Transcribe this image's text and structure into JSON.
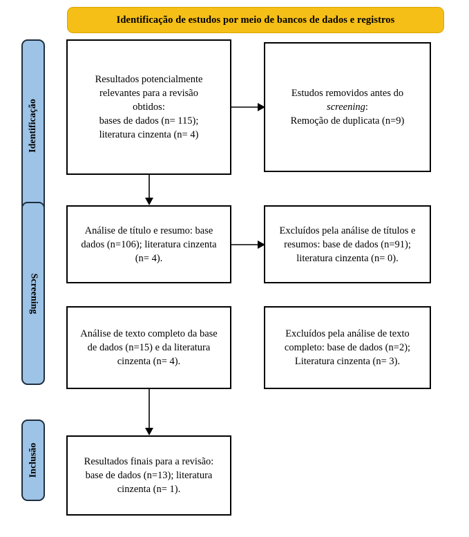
{
  "diagram": {
    "title": "Identificação de estudos por meio de bancos de dados e registros",
    "colors": {
      "banner_fill": "#f5bf17",
      "banner_border": "#d9a400",
      "stage_fill": "#9dc3e6",
      "stage_border": "#1f2d3d",
      "box_border": "#000000",
      "box_fill": "#ffffff",
      "arrow": "#000000",
      "page_background": "#ffffff"
    },
    "stages": [
      {
        "label": "Identificação",
        "direction": "bottom-to-top"
      },
      {
        "label": "Screening",
        "direction": "top-to-bottom"
      },
      {
        "label": "Inclusão",
        "direction": "bottom-to-top"
      }
    ],
    "boxes": {
      "identification_records": {
        "lines": [
          "Resultados potencialmente",
          "relevantes para a revisão",
          "obtidos:",
          "bases de dados (n= 115);",
          "literatura cinzenta (n= 4)"
        ]
      },
      "records_removed": {
        "line_1": "Estudos removidos antes do",
        "line_2_italic": "screening",
        "line_2_tail": ":",
        "line_3": "Remoção de duplicata (n=9)"
      },
      "title_abstract_screened": {
        "lines": [
          "Análise de título e resumo: base",
          "dados (n=106); literatura cinzenta",
          "(n= 4)."
        ]
      },
      "title_abstract_excluded": {
        "lines": [
          "Excluídos pela análise de títulos e",
          "resumos: base de dados (n=91);",
          "literatura cinzenta (n= 0)."
        ]
      },
      "fulltext_assessed": {
        "lines": [
          "Análise de texto completo da base",
          "de dados (n=15) e da literatura",
          "cinzenta (n= 4)."
        ]
      },
      "fulltext_excluded": {
        "lines": [
          "Excluídos pela análise de texto",
          "completo: base de dados (n=2);",
          "Literatura cinzenta (n= 3)."
        ]
      },
      "included_studies": {
        "lines": [
          "Resultados finais para a revisão:",
          "base de dados (n=13); literatura",
          "cinzenta (n= 1)."
        ]
      }
    },
    "counts": {
      "databases_identified": 115,
      "grey_literature_identified": 4,
      "duplicates_removed": 9,
      "databases_screened": 106,
      "grey_literature_screened": 4,
      "databases_excluded_screening": 91,
      "grey_literature_excluded_screening": 0,
      "databases_fulltext": 15,
      "grey_literature_fulltext": 4,
      "databases_excluded_fulltext": 2,
      "grey_literature_excluded_fulltext": 3,
      "databases_included": 13,
      "grey_literature_included": 1
    }
  }
}
